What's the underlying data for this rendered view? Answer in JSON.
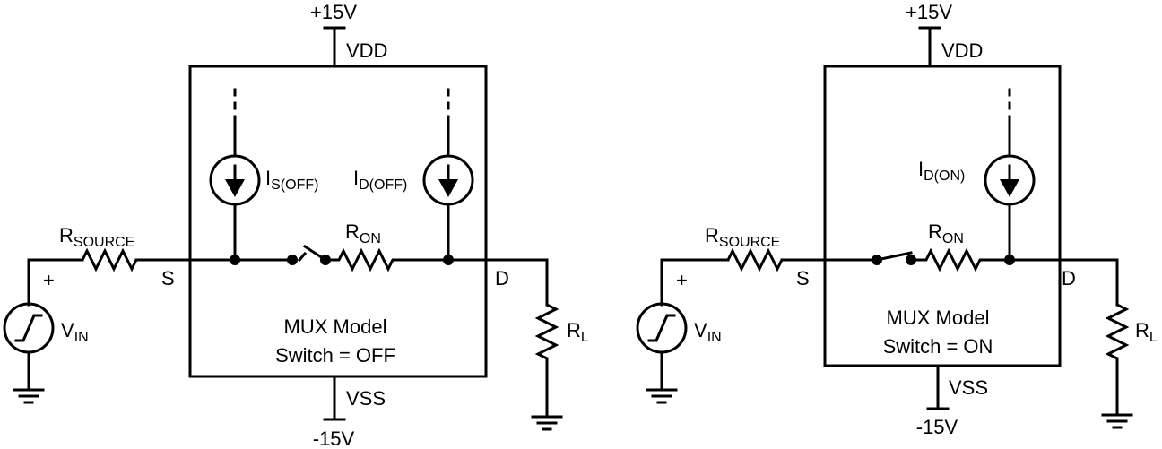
{
  "left": {
    "supply_top": "+15V",
    "supply_bottom": "-15V",
    "vdd": "VDD",
    "vss": "VSS",
    "rsource": {
      "main": "R",
      "sub": "SOURCE"
    },
    "ron": {
      "main": "R",
      "sub": "ON"
    },
    "is_off": {
      "main": "I",
      "sub": "S(OFF)"
    },
    "id_off": {
      "main": "I",
      "sub": "D(OFF)"
    },
    "vin": {
      "main": "V",
      "sub": "IN"
    },
    "rl": {
      "main": "R",
      "sub": "L"
    },
    "s_label": "S",
    "d_label": "D",
    "plus": "+",
    "model_line1": "MUX Model",
    "model_line2": "Switch = OFF"
  },
  "right": {
    "supply_top": "+15V",
    "supply_bottom": "-15V",
    "vdd": "VDD",
    "vss": "VSS",
    "rsource": {
      "main": "R",
      "sub": "SOURCE"
    },
    "ron": {
      "main": "R",
      "sub": "ON"
    },
    "id_on": {
      "main": "I",
      "sub": "D(ON)"
    },
    "vin": {
      "main": "V",
      "sub": "IN"
    },
    "rl": {
      "main": "R",
      "sub": "L"
    },
    "s_label": "S",
    "d_label": "D",
    "plus": "+",
    "model_line1": "MUX Model",
    "model_line2": "Switch = ON"
  }
}
